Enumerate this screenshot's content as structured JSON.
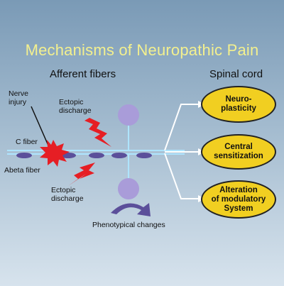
{
  "title": "Mechanisms of Neuropathic Pain",
  "headings": {
    "afferent": "Afferent fibers",
    "spinal": "Spinal cord"
  },
  "labels": {
    "nerve_injury": "Nerve\ninjury",
    "c_fiber": "C fiber",
    "abeta_fiber": "Abeta fiber",
    "ectopic_top": "Ectopic\ndischarge",
    "ectopic_bottom": "Ectopic\ndischarge",
    "phenotypical": "Phenotypical changes"
  },
  "outcomes": [
    {
      "label": "Neuro-\nplasticity"
    },
    {
      "label": "Central\nsensitization"
    },
    {
      "label": "Alteration\nof modulatory\nSystem"
    }
  ],
  "colors": {
    "fiber": "#aee4ff",
    "node": "#5b4f9a",
    "soma": "#a99cd9",
    "lightning": "#e61e24",
    "injury_burst": "#e61e24",
    "outcome_fill": "#f1cf21",
    "title": "#f3f08e"
  }
}
